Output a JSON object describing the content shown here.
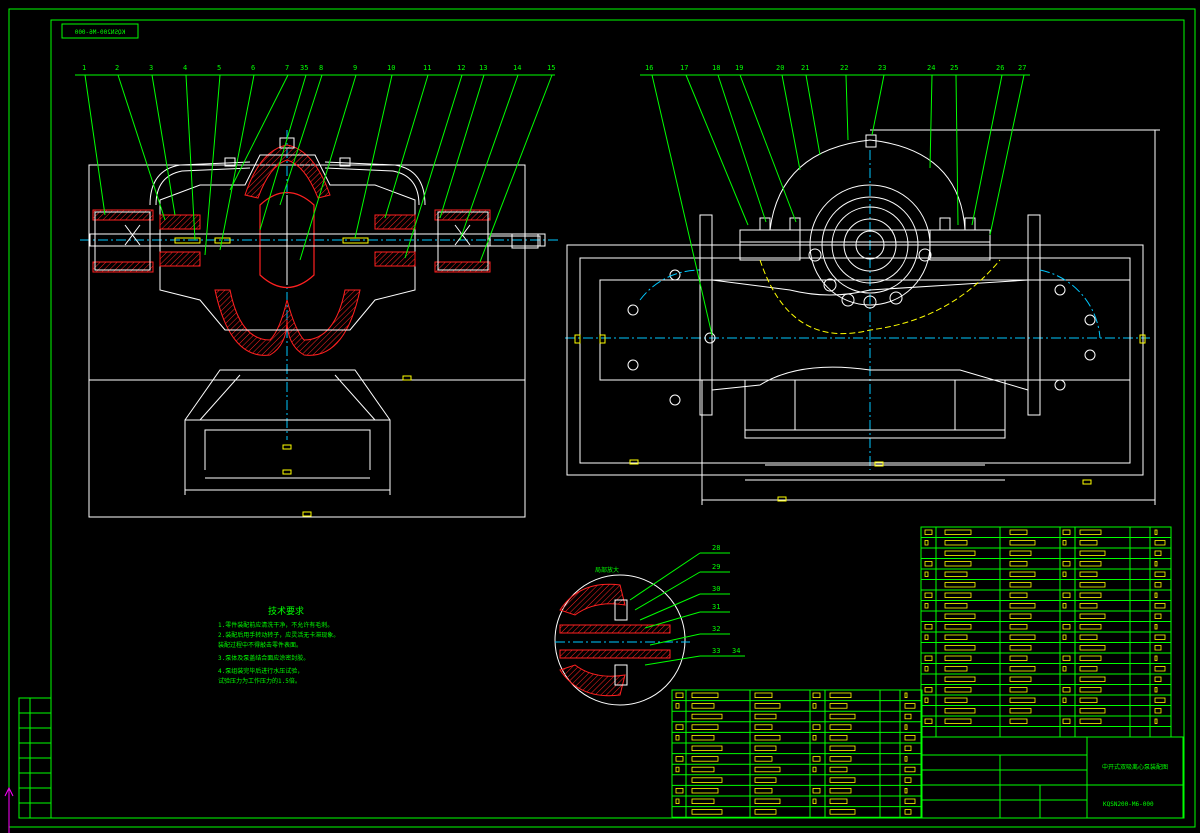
{
  "drawing": {
    "mirrored_code": "KQSN200-M6-000",
    "title_block_name": "中开式双吸离心泵装配图",
    "drawing_number": "KQSN200-M6-000",
    "tech_req_title": "技术要求",
    "tech_req_items": [
      "1.零件装配前应清洗干净，不允许有毛刺。",
      "2.装配后用手转动转子，应灵活无卡滞现象。",
      "   装配过程中不得敲击零件表面。",
      "3.泵体及泵盖结合面应涂密封胶。",
      "4.泵组装完毕后进行水压试验，",
      "   试验压力为工作压力的1.5倍。"
    ],
    "detail_label": "局部放大",
    "left_part_numbers": [
      "1",
      "2",
      "3",
      "4",
      "5",
      "6",
      "7",
      "35",
      "8",
      "9",
      "10",
      "11",
      "12",
      "13",
      "14",
      "15"
    ],
    "right_part_numbers": [
      "16",
      "17",
      "18",
      "19",
      "20",
      "21",
      "22",
      "23",
      "24",
      "25",
      "26",
      "27"
    ],
    "detail_part_numbers": [
      "28",
      "29",
      "30",
      "31",
      "32",
      "33",
      "34"
    ],
    "colors": {
      "frame": "#00ff00",
      "outline": "#ffffff",
      "center": "#00c8ff",
      "dim": "#ffff00",
      "section": "#ff2020"
    }
  }
}
